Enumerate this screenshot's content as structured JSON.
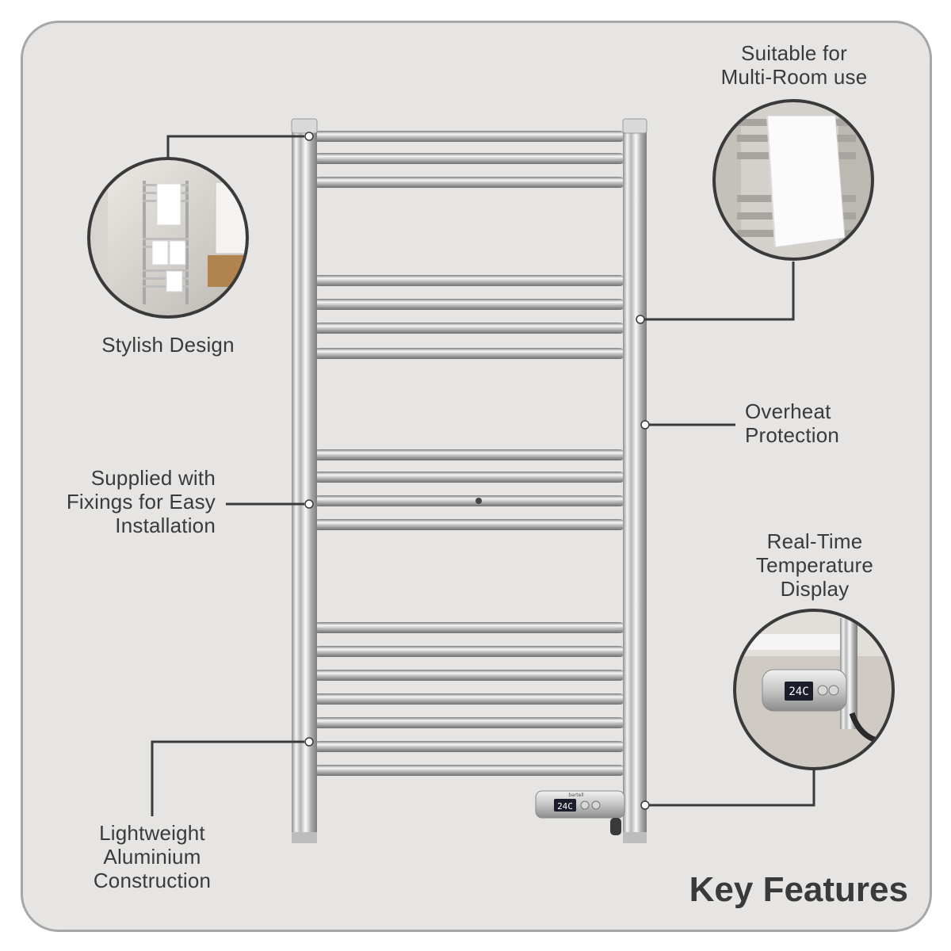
{
  "title": "Key Features",
  "features": {
    "stylish_design": "Stylish Design",
    "multi_room": "Suitable for\nMulti-Room use",
    "overheat": "Overheat\nProtection",
    "fixings": "Supplied with\nFixings for Easy\nInstallation",
    "temperature": "Real-Time\nTemperature\nDisplay",
    "lightweight": "Lightweight\nAluminium\nConstruction"
  },
  "controller": {
    "brand": "bartell",
    "display": "24C"
  },
  "colors": {
    "background": "#e6e5e3",
    "text": "#3a3a3a",
    "callout_line": "#3a3a3a",
    "chrome": "#c9c9c9"
  }
}
